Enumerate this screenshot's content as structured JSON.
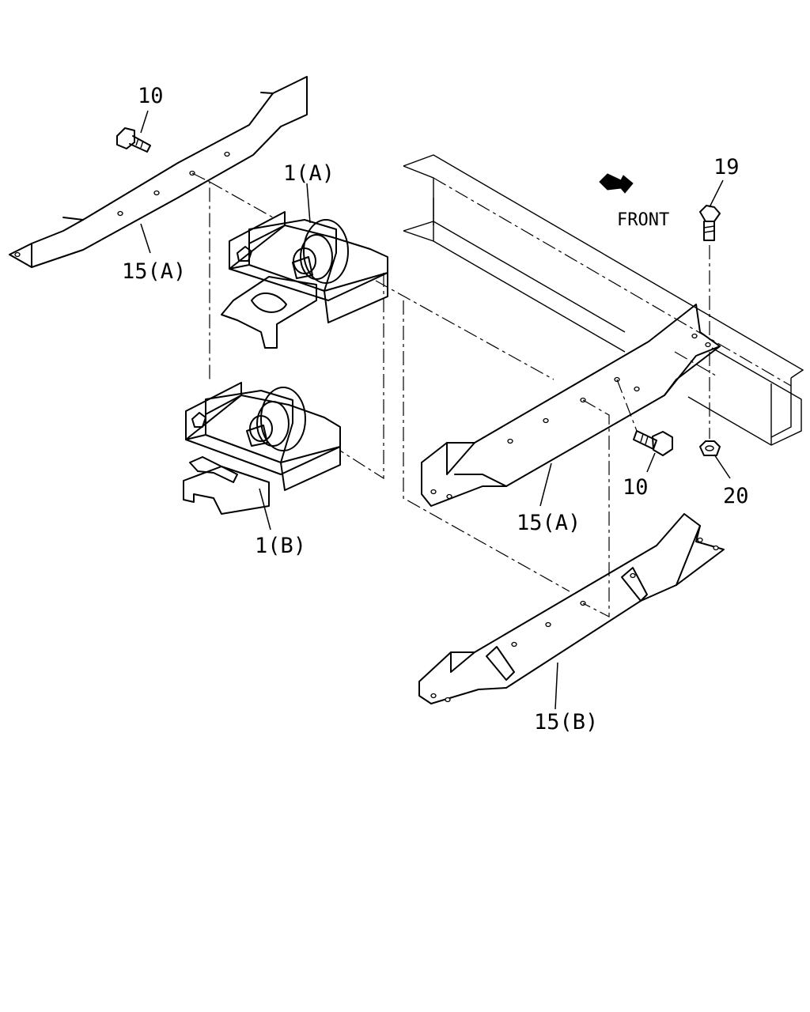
{
  "labels": {
    "bolt_10_top": "10",
    "mount_1a": "1(A)",
    "bracket_15a_left": "15(A)",
    "bolt_19": "19",
    "front": "FRONT",
    "mount_1b": "1(B)",
    "bolt_10_right": "10",
    "nut_20": "20",
    "bracket_15a_right": "15(A)",
    "bracket_15b": "15(B)"
  },
  "colors": {
    "ink": "#000000",
    "paper": "#ffffff"
  },
  "icons": {
    "front_arrow": "front-arrow-icon"
  }
}
